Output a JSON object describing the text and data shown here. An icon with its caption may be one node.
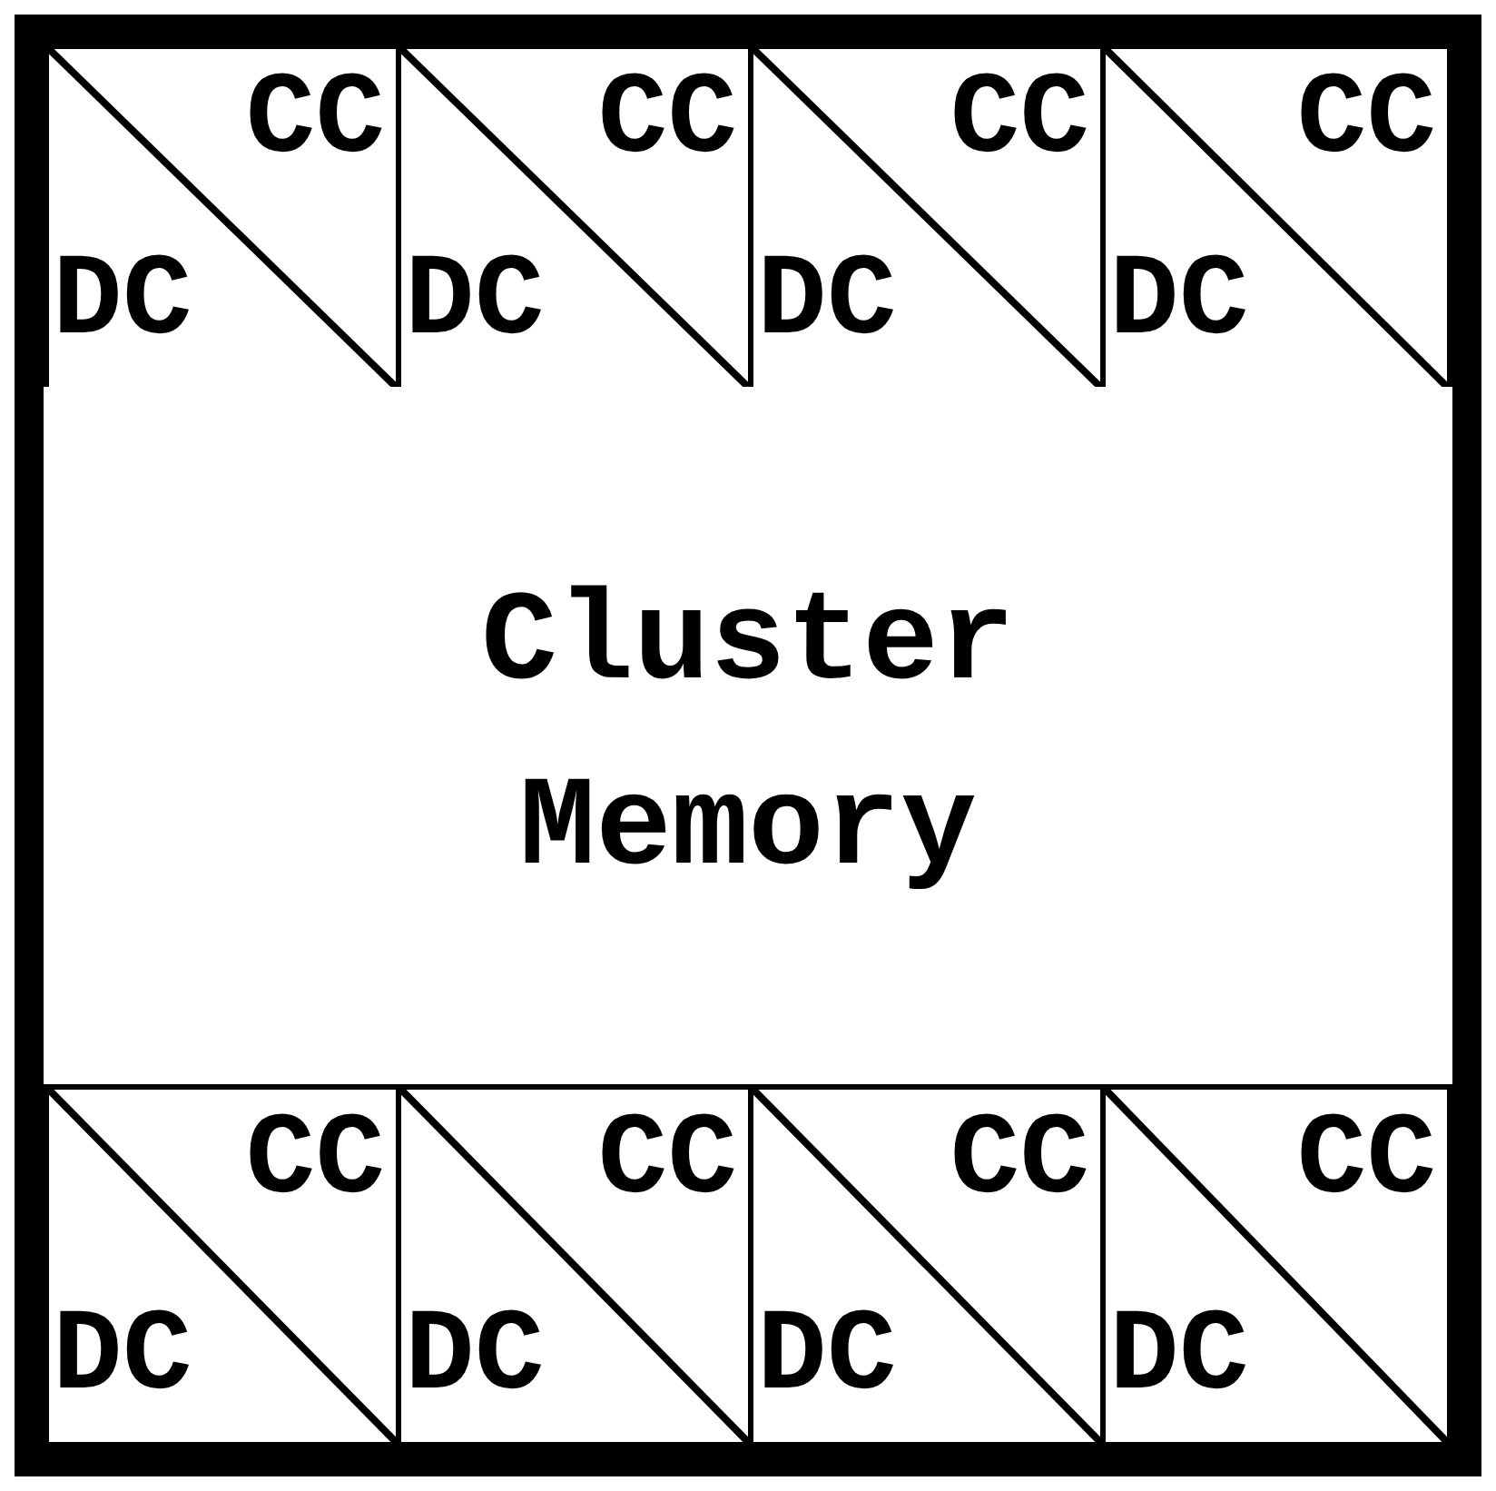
{
  "diagram": {
    "nodes": [
      {
        "text": [],
        "shape": "box"
      },
      {
        "text": [
          "CC",
          "DC"
        ],
        "in": 0
      },
      {
        "text": [
          "CC",
          "DC"
        ],
        "in": 0
      },
      {
        "text": [
          "CC",
          "DC"
        ],
        "in": 0
      },
      {
        "text": [
          "CC",
          "DC"
        ],
        "in": 0
      },
      {
        "text": [
          "Cluster Memory"
        ],
        "in": 0
      },
      {
        "text": [
          "CC",
          "DC"
        ],
        "in": 0
      },
      {
        "text": [
          "CC",
          "DC"
        ],
        "in": 0
      },
      {
        "text": [
          "CC",
          "DC"
        ],
        "in": 0
      },
      {
        "text": [
          "CC",
          "DC"
        ],
        "in": 0
      }
    ]
  }
}
